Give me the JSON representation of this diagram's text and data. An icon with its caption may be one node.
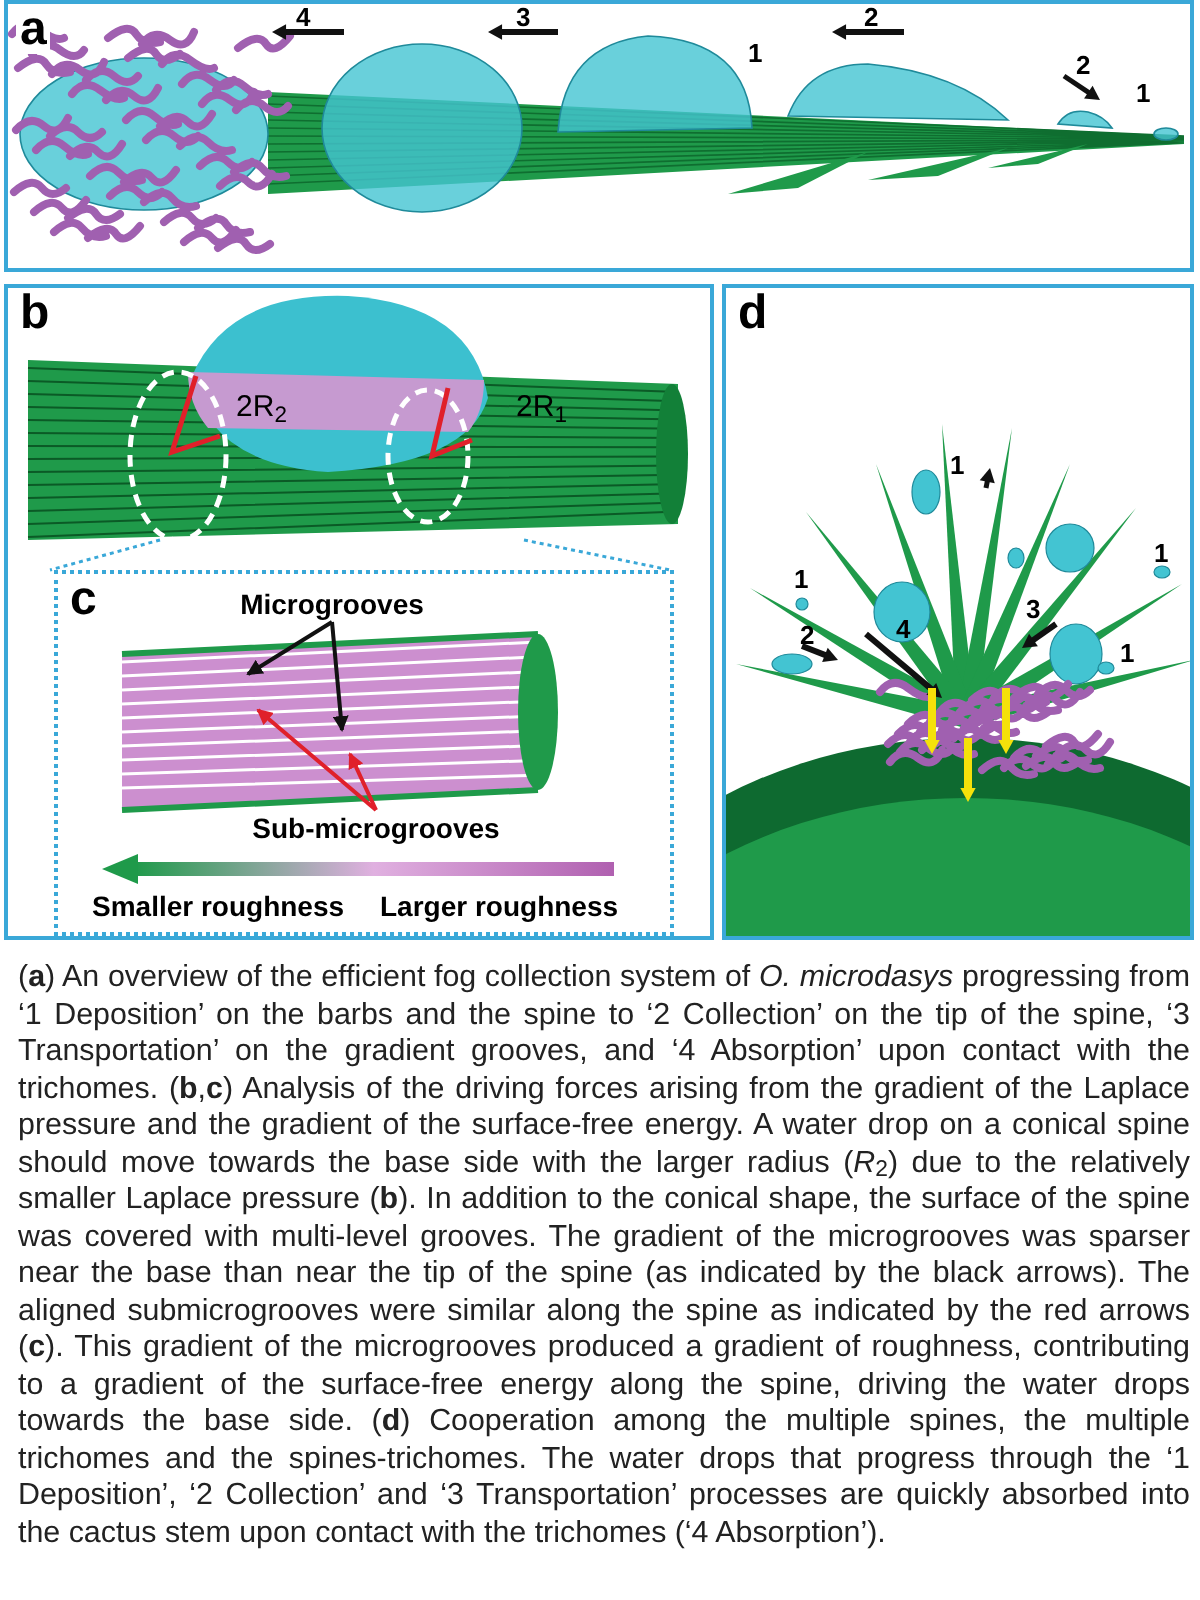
{
  "diagram": {
    "caption": "(**a**) An overview of the efficient fog collection system of *O. microdasys* progressing from ‘1 Deposition’ on the barbs and the spine to ‘2 Collection’ on the tip of the spine, ‘3 Transportation’ on the gradient grooves, and ‘4 Absorption’ upon contact with the trichomes. (**b**,**c**) Analysis of the driving forces arising from the gradient of the Laplace pressure and the gradient of the surface-free energy. A water drop on a conical spine should move towards the base side with the larger radius (*R*$_{2}$) due to the relatively smaller Laplace pressure (**b**). In addition to the conical shape, the surface of the spine was covered with multi-level grooves. The gradient of the microgrooves was sparser near the base than near the tip of the spine (as indicated by the black arrows). The aligned submicrogrooves were similar along the spine as indicated by the red arrows (**c**). This gradient of the microgrooves produced a gradient of roughness, contributing to a gradient of the surface-free energy along the spine, driving the water drops towards the base side. (**d**) Cooperation among the multiple spines, the multiple trichomes and the spines-trichomes. The water drops that progress through the ‘1 Deposition’, ‘2 Collection’ and ‘3 Transportation’ processes are quickly absorbed into the cactus stem upon contact with the trichomes (‘4 Absorption’).",
    "nodes": [
      {
        "text": [
          "a"
        ]
      },
      {
        "text": [
          "b"
        ]
      },
      {
        "text": [
          "c"
        ],
        "in": 1
      },
      {
        "text": [
          "Microgrooves"
        ],
        "in": 2
      },
      {
        "text": [
          "Sub-microgrooves"
        ],
        "in": 2
      },
      {
        "text": [
          "d"
        ]
      }
    ],
    "edges": [
      {
        "from": 3,
        "to": null,
        "arrow": "to"
      },
      {
        "from": 3,
        "to": null,
        "arrow": "to"
      },
      {
        "from": 4,
        "to": null,
        "arrow": "to",
        "color": "#e0202a"
      },
      {
        "from": 4,
        "to": null,
        "arrow": "to",
        "color": "#e0202a"
      }
    ],
    "labels": [
      "4",
      "3",
      "2",
      "1",
      "2",
      "1",
      "2R$_{2}$",
      "2R$_{1}$",
      "Smaller roughness",
      "Larger roughness",
      "1",
      "1",
      "1",
      "2",
      "4",
      "3",
      "1"
    ]
  }
}
